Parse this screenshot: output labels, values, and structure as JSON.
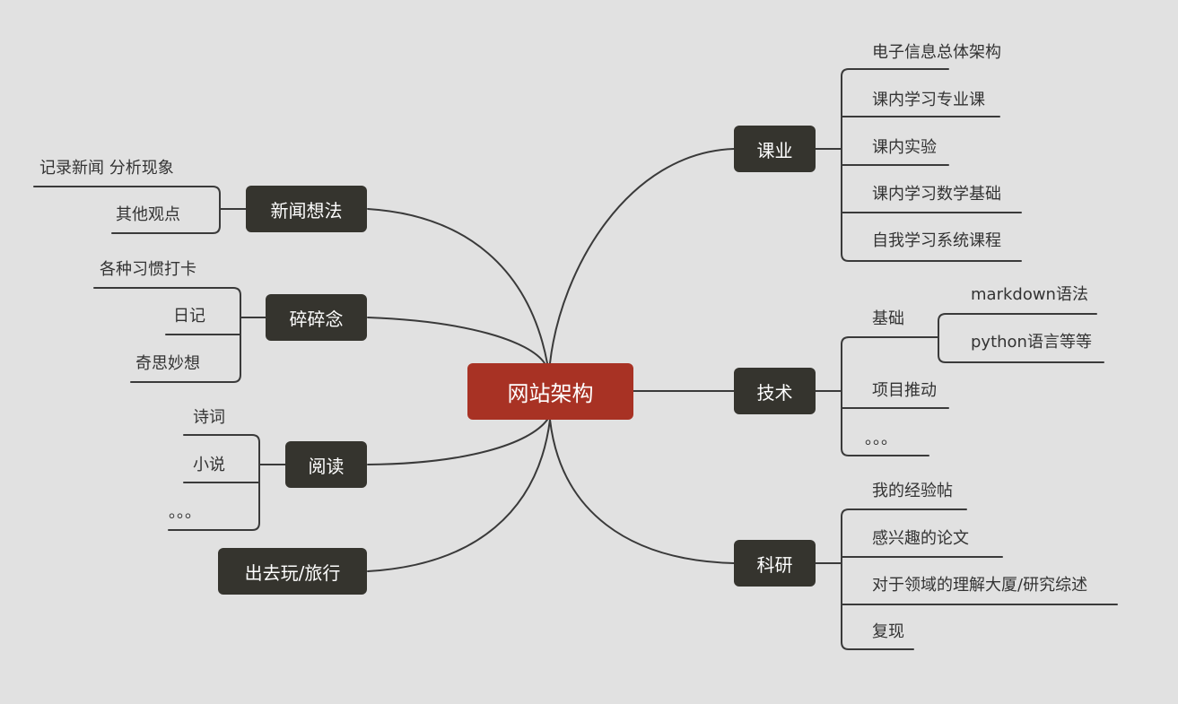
{
  "colors": {
    "background": "#e1e1e1",
    "root_fill": "#a83224",
    "branch_fill": "#35342e",
    "line": "#3a3a3a",
    "leaf_text": "#333333"
  },
  "root": {
    "label": "网站架构"
  },
  "branches": {
    "kecheng": {
      "label": "课业",
      "items": [
        "电子信息总体架构",
        "课内学习专业课",
        "课内实验",
        "课内学习数学基础",
        "自我学习系统课程"
      ]
    },
    "jishu": {
      "label": "技术",
      "items": [
        "基础",
        "项目推动",
        "。。。"
      ],
      "sub": [
        "markdown语法",
        "python语言等等"
      ]
    },
    "keyan": {
      "label": "科研",
      "items": [
        "我的经验帖",
        "感兴趣的论文",
        "对于领域的理解大厦/研究综述",
        "复现"
      ]
    },
    "xinwen": {
      "label": "新闻想法",
      "items": [
        "记录新闻 分析现象",
        "其他观点"
      ]
    },
    "suisui": {
      "label": "碎碎念",
      "items": [
        "各种习惯打卡",
        "日记",
        "奇思妙想"
      ]
    },
    "yuedu": {
      "label": "阅读",
      "items": [
        "诗词",
        "小说",
        "。。。"
      ]
    },
    "chuqu": {
      "label": "出去玩/旅行"
    }
  }
}
